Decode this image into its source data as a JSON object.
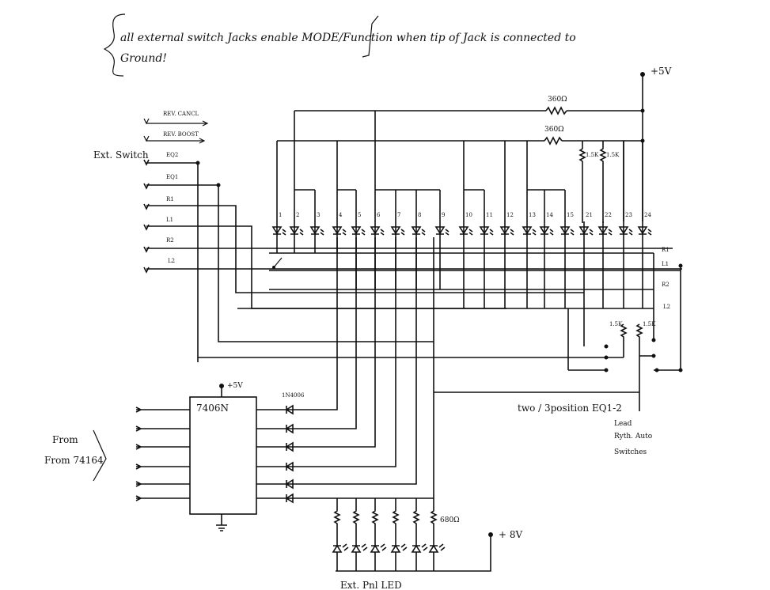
{
  "note": {
    "line1": "all external switch Jacks enable MODE/Function when tip of Jack is connected to",
    "line2": "Ground!"
  },
  "power": {
    "top_supply": "+5V",
    "ic_supply": "+5V",
    "led_supply": "+ 8V"
  },
  "resistors": {
    "top_1": "360Ω",
    "top_2": "360Ω",
    "pullup_a": "1.5K",
    "pullup_b": "1.5K",
    "switch_a": "1.5K",
    "switch_b": "1.5K",
    "led": "680Ω"
  },
  "ext_switch": {
    "title": "Ext. Switch",
    "inputs": [
      "REV. CANCL",
      "REV. BOOST",
      "EQ2",
      "EQ1",
      "R1",
      "L1",
      "R2",
      "L2"
    ]
  },
  "led_array": {
    "numbers": [
      "1",
      "2",
      "3",
      "4",
      "5",
      "6",
      "7",
      "8",
      "9",
      "10",
      "11",
      "12",
      "13",
      "14",
      "15",
      "21",
      "22",
      "23",
      "24"
    ]
  },
  "bus_labels": [
    "R1",
    "L1",
    "R2",
    "L2"
  ],
  "ic": {
    "part": "7406N",
    "source_label": "From 74164",
    "diode_part": "1N4006",
    "inputs": 6
  },
  "switch_note": {
    "line1": "two / 3position EQ1-2",
    "line2": "Lead",
    "line3": "Ryth. Auto",
    "line4": "Switches"
  },
  "footer_label": "Ext. Pnl LED"
}
